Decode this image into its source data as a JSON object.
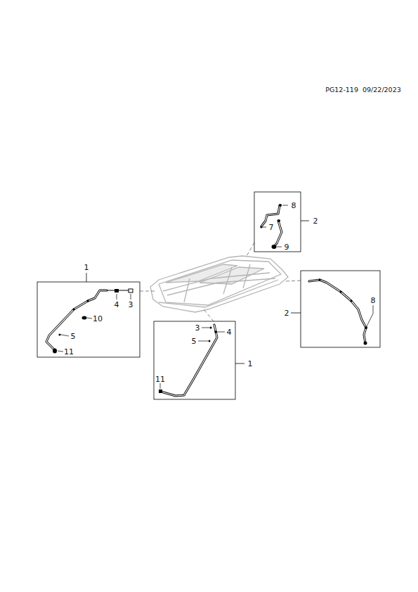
{
  "diagram": {
    "labels": [
      "PG12-119  09/22/2023",
      "8",
      "2",
      "7",
      "9",
      "1",
      "8",
      "4",
      "3",
      "2",
      "10",
      "3",
      "4",
      "5",
      "5",
      "11",
      "1",
      "11"
    ]
  }
}
